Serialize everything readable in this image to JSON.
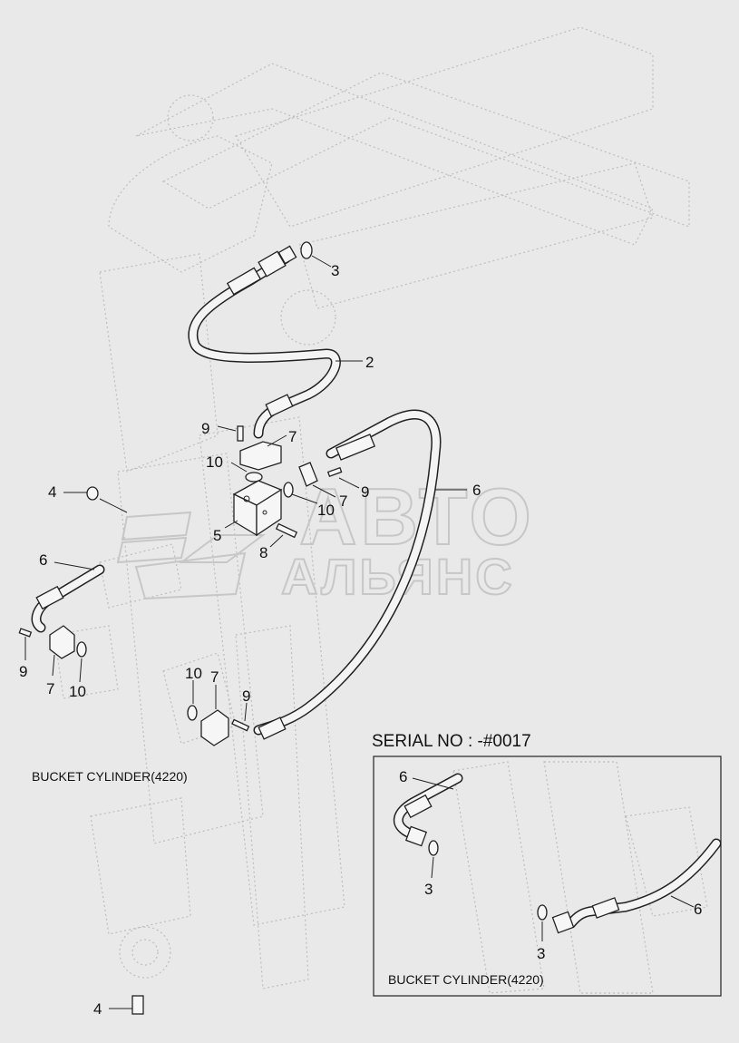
{
  "watermark": {
    "line1": "АВТО",
    "line2": "АЛЬЯНС",
    "logo_name": "avto-alyans-logo"
  },
  "labels": {
    "hose_top_oring": "3",
    "hose_upper": "2",
    "bolt_top": "9",
    "clamp_top": "7",
    "oring_block": "10",
    "block_plug": "4",
    "block": "5",
    "block_bolt": "8",
    "hose_right": "6",
    "bolt_right": "9",
    "clamp_right": "7",
    "oring_right": "10",
    "hose_left": "6",
    "bolt_left": "9",
    "clamp_left": "7",
    "oring_left": "10",
    "oring_mid": "10",
    "clamp_mid": "7",
    "bolt_mid": "9",
    "plug_bottom": "4"
  },
  "captions": {
    "main": "BUCKET CYLINDER(4220)",
    "inset": "BUCKET CYLINDER(4220)"
  },
  "inset": {
    "title": "SERIAL NO : -#0017",
    "hose_top": "6",
    "oring_top": "3",
    "oring_bottom": "3",
    "hose_right": "6"
  }
}
